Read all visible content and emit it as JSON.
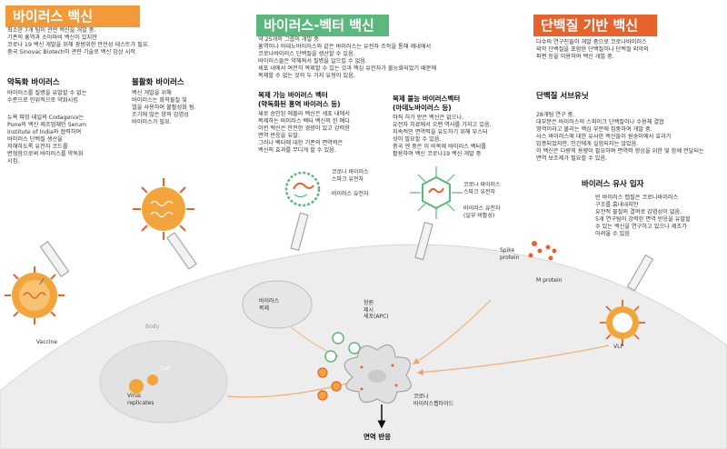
{
  "sections": {
    "virus": {
      "title": "바이러스 백신",
      "intro": [
        "최소한 7개 팀이 관련 백신을 개발 중.",
        "기존의 홍역과 소아마비 백신이 있지만",
        "코로나 19 백신 개발을 위해 광범위한 안전성 테스트가 필요.",
        "중국 Sinovac Biotech이 관련 기술로 백신 임상 시작."
      ],
      "attenuated": {
        "title": "약독화 바이러스",
        "desc": [
          "바이러스를 질병을 유발할 수 없는",
          "수준으로 인위적으로 약화시킴"
        ],
        "note": [
          "뉴욕 파밍 데일의 Codagenix는",
          "Pune의 백신 제조업체인 Serum",
          "Institute of India와 협력하여",
          "바이러스 단백질 생산을",
          "저해하도록 유전자 코드를",
          "변형함으로써 바이러스를 약독화",
          "시킴."
        ]
      },
      "inactivated": {
        "title": "불활화 바이러스",
        "desc": [
          "백신 개발을 위해",
          "바이러스는 화학물질 및",
          "열을 사용하여 불활성화 됨.",
          "조기에 많은 양의 감염성",
          "바이러스가 필요."
        ]
      }
    },
    "vector": {
      "title": "바이러스-벡터 백신",
      "intro": [
        "약 25개의 그룹이 개발 중.",
        "홍역이나 아데노바이러스와 같은 바이러스는 유전자 조작을 통해 제내에서",
        "코로나바이러스 단백질을 생산할 수 있음.",
        "바이러스들은 약해져서 질병을 일으킬 수 없음.",
        "세포 내에서 여전히 복제할 수 있는 것과 핵심 유전자가 불능화되었기 때문에",
        "복제할 수 없는 것의 두 가지 유형이 있음."
      ],
      "replicating": {
        "title": "복제 가능 바이러스 벡터",
        "subtitle": "(약독화된 홍역 바이러스 등)",
        "desc": [
          "새로 승인된 에볼라 백신은 세포 내에서",
          "복제하는 바이러스 벡터 백신의 한 예다.",
          "이런 백신은 안전한 경향이 있고 강력한",
          "면역 반응을 유발.",
          "그러나 벡터에 대한 기존의 면역력은",
          "백신의 효과를 무디게 할 수 있음."
        ]
      },
      "nonreplicating": {
        "title": "복제 불능 바이러스벡터",
        "subtitle": "(아데노바이러스 등)",
        "desc": [
          "아직 허가 받은 백신은 없으나,",
          "유전자 치료에서 오랜 역사를 가지고 있음.",
          "지속적인 면역력을 유도하기 위해 부스터",
          "샷이 필요할 수 있음.",
          "중국 엔 중은 이 비복제 바이러스 벡터를",
          "활용하여 백신 코로나19 백신 개발 중"
        ]
      }
    },
    "protein": {
      "title": "단백질 기반 백신",
      "intro": [
        "다수의 연구진들이 개발 중으로 코로나바이러스",
        "외막 단백질을 포함한 단백질이나 단백질 외막의",
        "파편 등을 이용하여 백신 개발 중."
      ],
      "subunit": {
        "title": "단백질 서브유닛",
        "desc": [
          "28개팀 연구 중.",
          "대부분은 바이러스의 스파이크 단백질이나 수용체 결합",
          "영역이라고 불리는 핵심 부분에 집중하여 개발 중.",
          "사스 바이러스에 대한 유사한 백신들이 원숭이에서 효과가",
          "입증되었지만, 인간에게 실험되지는 않았음.",
          "이 백신은 다량의 용량이 필요하며 면역력 향상을 위한 및 함께 전달되는",
          "면역 보조제가 필요할 수 있음."
        ]
      },
      "vlp": {
        "title": "바이러스 유사 입자",
        "desc": [
          "빈 바이러스 캡질은 코로나바이러스",
          "구조를 흉내내지만",
          "유전적 물질의 결여로 감염성이 없음.",
          "5개 연구팀이 강력한 면역 반응을 유발할",
          "수 있는 백신을 연구하고 있으나 제조가",
          "어려울 수 있음"
        ]
      }
    }
  },
  "labels": {
    "vaccine": "Vaccine",
    "body": "Body",
    "cell": "Cell",
    "virus_replicates": [
      "Virus",
      "replicates"
    ],
    "virus_replication": [
      "바이러스",
      "복제"
    ],
    "apc": [
      "항원",
      "제시",
      "세포(APC)"
    ],
    "spike_gene": [
      "코로나 바이러스",
      "스파크 유전자"
    ],
    "virus_gene": "바이러스 유전자",
    "spike_gene2": [
      "코로나 바이러스",
      "스파크 유전자"
    ],
    "virus_gene_partial": [
      "바이러스 유전자",
      "(일부 비활성)"
    ],
    "spike_protein": [
      "Spike",
      "protein"
    ],
    "m_protein": "M protein",
    "vlp": "VLP",
    "corona_peptide": [
      "코로나",
      "바이러스펩타이드"
    ],
    "immune_response": "면역 반응"
  },
  "colors": {
    "virus_header": "#f29a3a",
    "vector_header": "#5bb87d",
    "protein_header": "#e8622c",
    "virus_core": "#f3a43b",
    "spike": "#e8622c",
    "cell_bg": "#ececec",
    "arrow": "#f4b074"
  },
  "icons": [
    "coronavirus-icon",
    "syringe-icon",
    "vector-virus-icon",
    "adenovirus-icon",
    "apc-cell-icon",
    "vlp-icon",
    "arrow-down-icon"
  ]
}
